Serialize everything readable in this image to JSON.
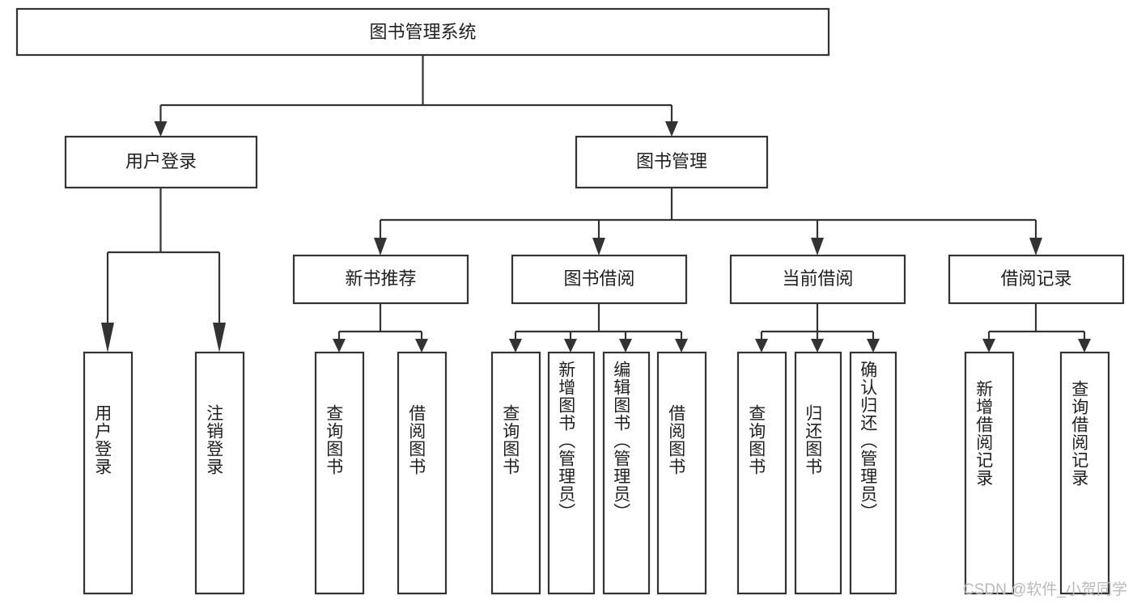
{
  "diagram": {
    "title": "图书管理系统",
    "type": "tree-hierarchy",
    "root": {
      "label": "图书管理系统"
    },
    "level1": [
      {
        "label": "用户登录"
      },
      {
        "label": "图书管理"
      }
    ],
    "level2": [
      {
        "label": "新书推荐"
      },
      {
        "label": "图书借阅"
      },
      {
        "label": "当前借阅"
      },
      {
        "label": "借阅记录"
      }
    ],
    "leaves": {
      "user_login": [
        {
          "label": "用户登录"
        },
        {
          "label": "注销登录"
        }
      ],
      "new_book_recommend": [
        {
          "label": "查询图书"
        },
        {
          "label": "借阅图书"
        }
      ],
      "book_borrow": [
        {
          "label": "查询图书"
        },
        {
          "label": "新增图书（管理员）"
        },
        {
          "label": "编辑图书（管理员）"
        },
        {
          "label": "借阅图书"
        }
      ],
      "current_borrow": [
        {
          "label": "查询图书"
        },
        {
          "label": "归还图书"
        },
        {
          "label": "确认归还（管理员）"
        }
      ],
      "borrow_record": [
        {
          "label": "新增借阅记录"
        },
        {
          "label": "查询借阅记录"
        }
      ]
    }
  },
  "watermark": {
    "text": "CSDN @软件_小贺同学"
  },
  "colors": {
    "stroke": "#333333",
    "box_fill": "#ffffff",
    "text": "#1f1f1f",
    "watermark": "#b9b9b9",
    "background": "#ffffff"
  }
}
